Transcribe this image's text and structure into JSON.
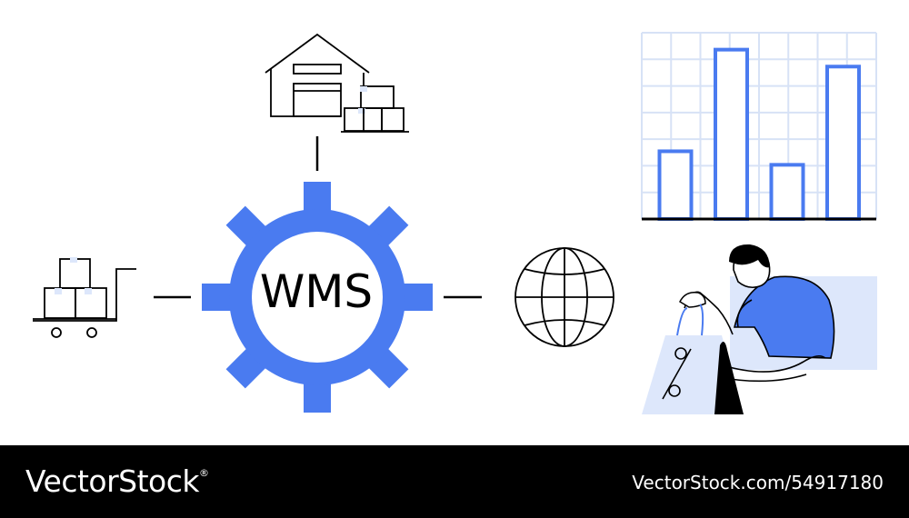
{
  "diagram": {
    "center_label": "WMS",
    "accent_color": "#4a7bf0",
    "light_accent": "#dde7fb",
    "icons": [
      "warehouse-icon",
      "hand-truck-icon",
      "globe-icon",
      "bar-chart-icon",
      "shopper-icon"
    ]
  },
  "chart_data": {
    "type": "bar",
    "categories": [
      "",
      "",
      "",
      ""
    ],
    "values": [
      2,
      5,
      1.6,
      4.5
    ],
    "ylim": [
      0,
      5.5
    ],
    "grid": true
  },
  "footer": {
    "brand": "VectorStock",
    "registered": "®",
    "credit": "VectorStock.com/54917180"
  }
}
